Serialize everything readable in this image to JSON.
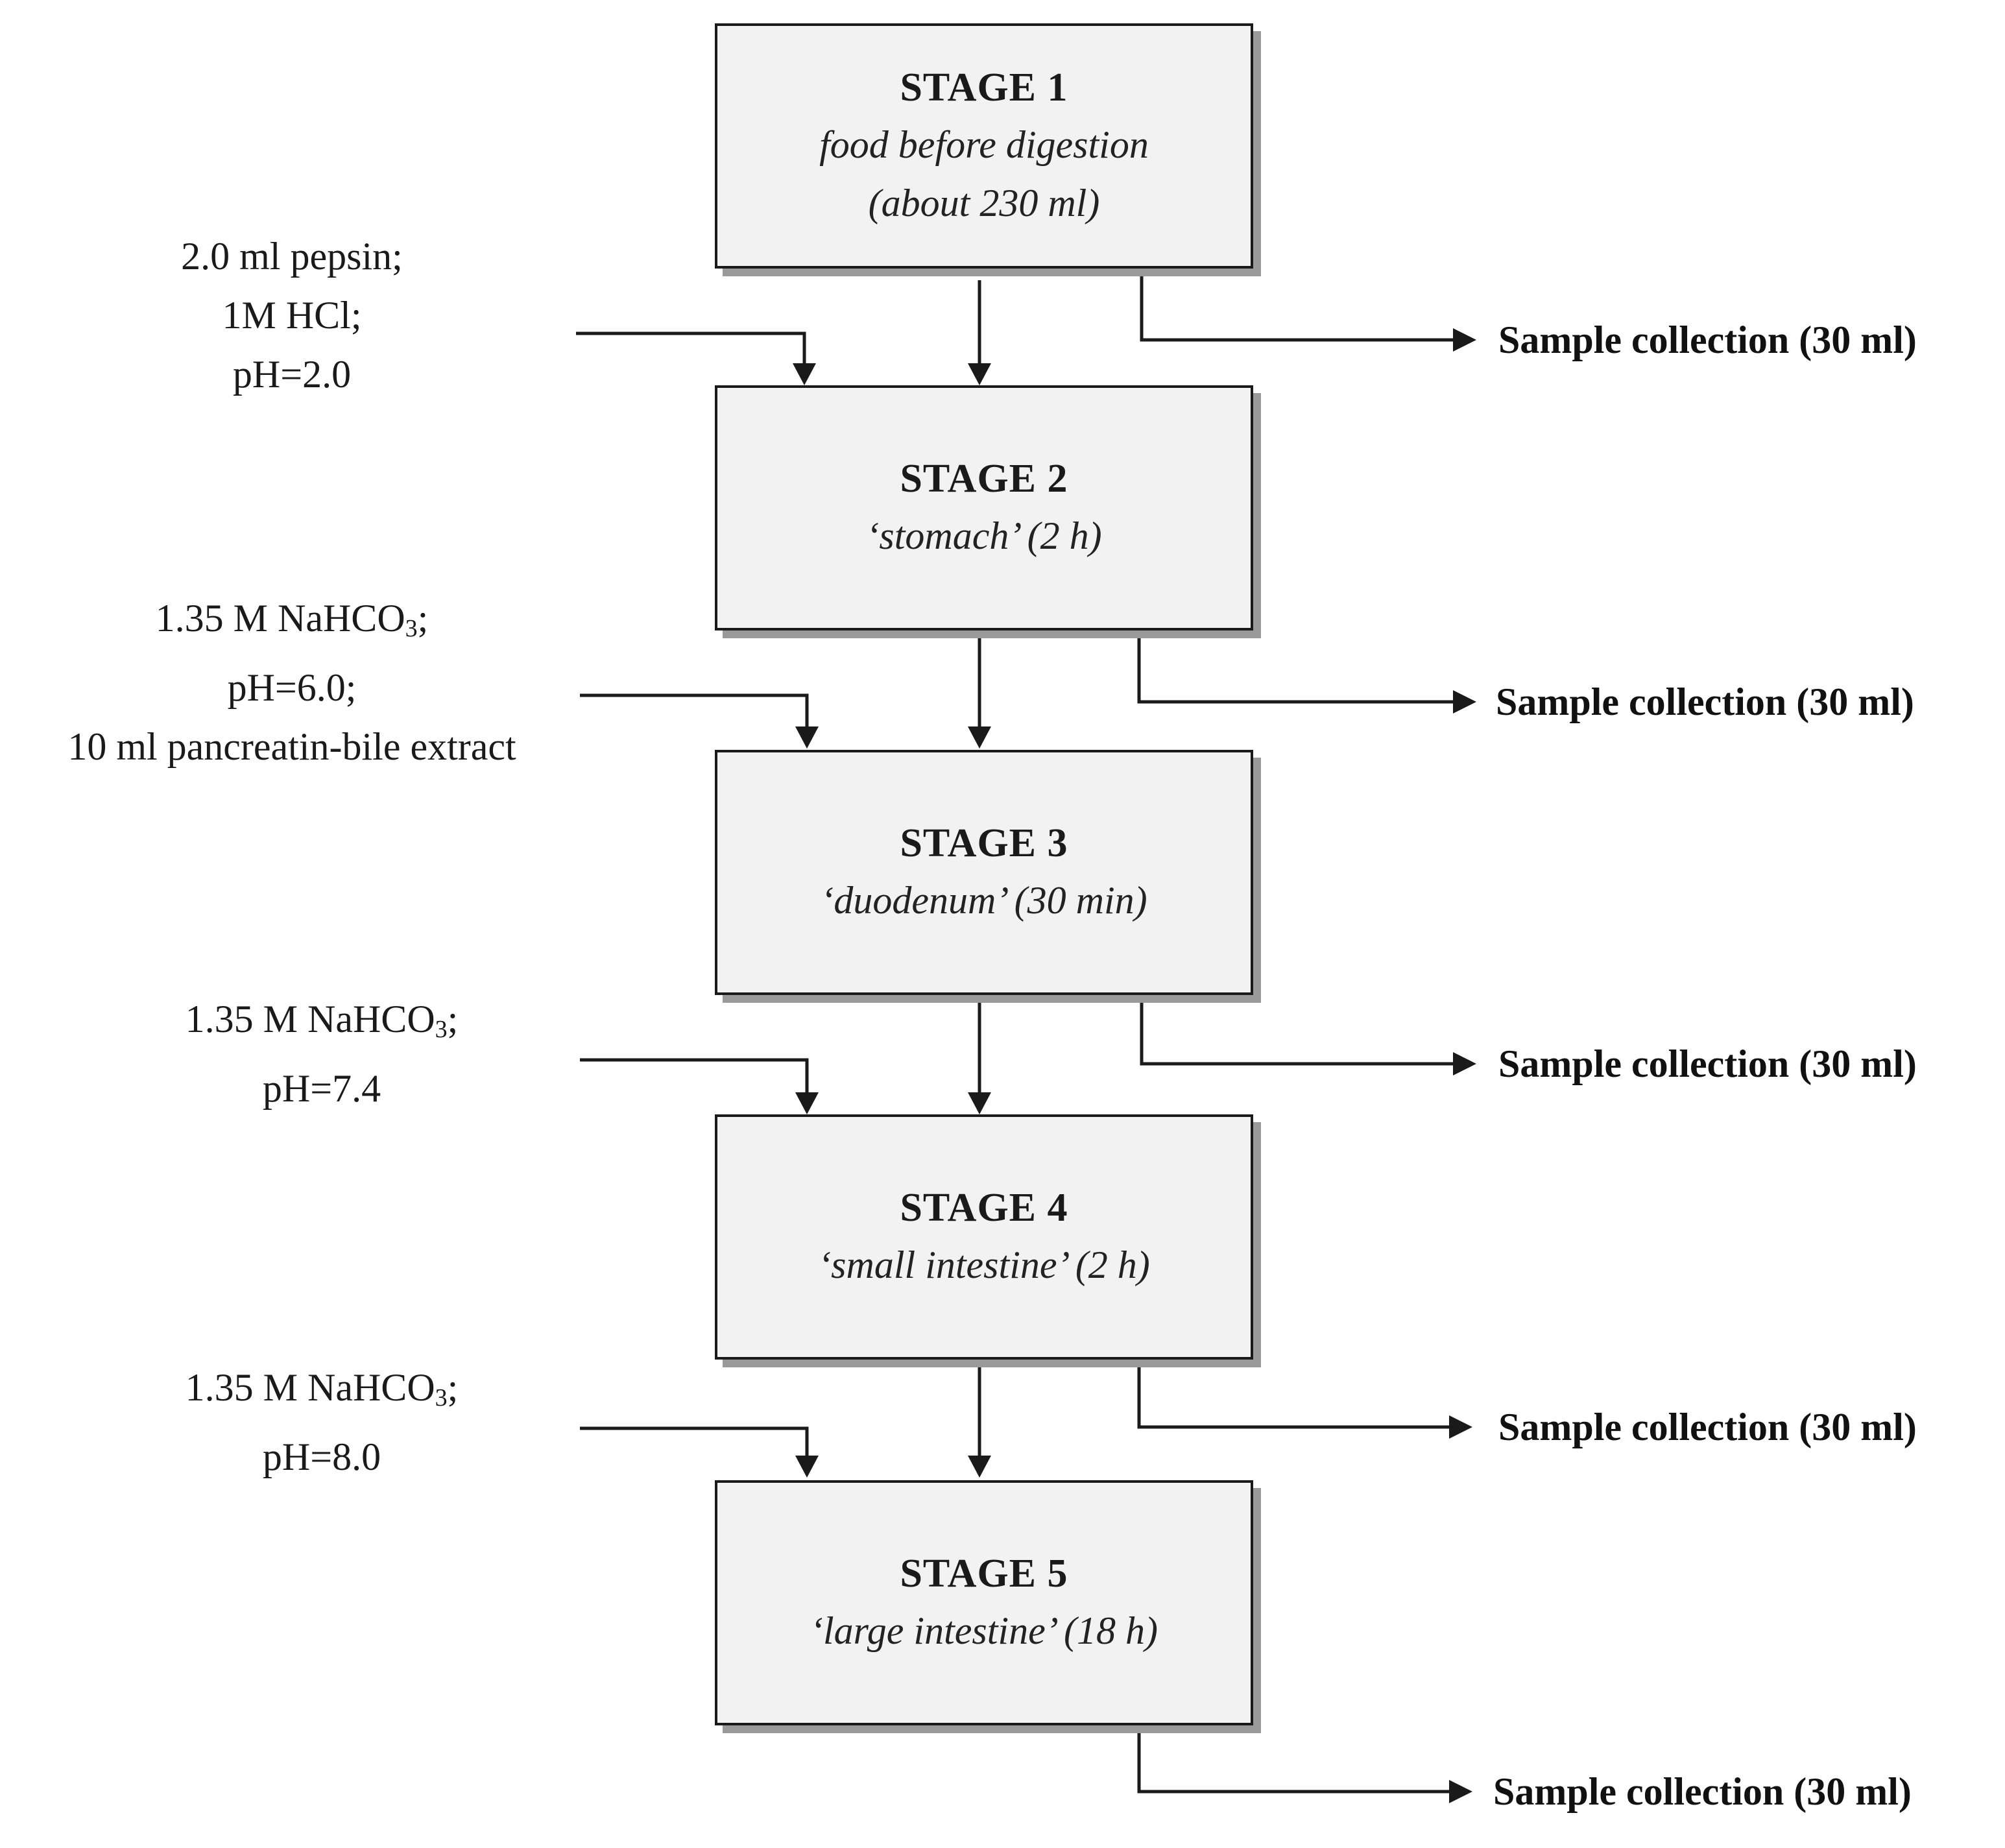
{
  "stages": [
    {
      "title": "STAGE 1",
      "lines": [
        "food before digestion",
        "(about 230 ml)"
      ]
    },
    {
      "title": "STAGE 2",
      "lines": [
        "‘stomach’ (2 h)"
      ]
    },
    {
      "title": "STAGE 3",
      "lines": [
        "‘duodenum’ (30 min)"
      ]
    },
    {
      "title": "STAGE 4",
      "lines": [
        "‘small intestine’ (2 h)"
      ]
    },
    {
      "title": "STAGE 5",
      "lines": [
        "‘large intestine’ (18 h)"
      ]
    }
  ],
  "reagents": [
    {
      "line1": "2.0 ml pepsin;",
      "line2": "1M HCl;",
      "line3": "pH=2.0"
    },
    {
      "line1_main": "1.35 M NaHCO",
      "line1_sub": "3",
      "line1_end": ";",
      "line2": "pH=6.0;",
      "line3": "10 ml pancreatin-bile extract"
    },
    {
      "line1_main": "1.35 M NaHCO",
      "line1_sub": "3",
      "line1_end": ";",
      "line2": "pH=7.4"
    },
    {
      "line1_main": "1.35 M NaHCO",
      "line1_sub": "3",
      "line1_end": ";",
      "line2": "pH=8.0"
    }
  ],
  "sample_collection_label": "Sample collection (30 ml)"
}
